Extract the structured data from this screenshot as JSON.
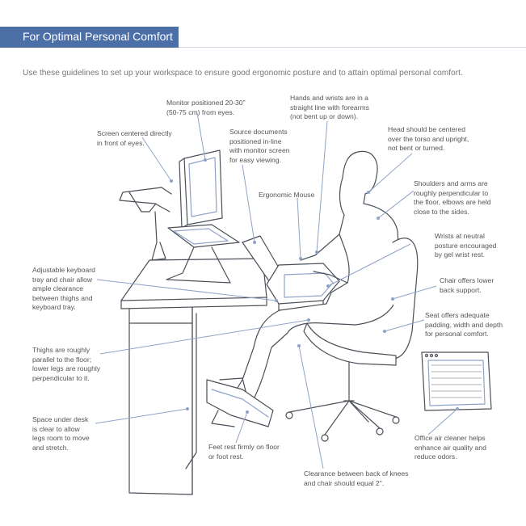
{
  "banner": {
    "title": "For Optimal Personal Comfort"
  },
  "intro": "Use these guidelines to set up your workspace to ensure good ergonomic posture and to attain optimal personal comfort.",
  "colors": {
    "banner": "#4d6fa8",
    "leader": "#8fa3c6",
    "linework": "#4a4f58",
    "highlight": "#c9d5ea"
  },
  "labels": {
    "monitor": [
      "Monitor positioned 20-30\"",
      "(50-75 cm) from eyes."
    ],
    "hands": [
      "Hands and wrists are in a",
      "straight line with forearms",
      "(not bent up or down)."
    ],
    "screen": [
      "Screen centered directly",
      "in front of eyes."
    ],
    "source": [
      "Source documents",
      "positioned in-line",
      "with monitor screen",
      "for easy viewing."
    ],
    "head": [
      "Head should be centered",
      "over the torso and upright,",
      "not bent or turned."
    ],
    "mouse": [
      "Ergonomic Mouse"
    ],
    "shoulders": [
      "Shoulders and arms are",
      "roughly perpendicular to",
      "the floor, elbows are held",
      "close to the sides."
    ],
    "wrists": [
      "Wrists at neutral",
      "posture encouraged",
      "by gel wrist rest."
    ],
    "keyboard": [
      "Adjustable keyboard",
      "tray and chair allow",
      "ample clearance",
      "between thighs and",
      "keyboard tray."
    ],
    "chair": [
      "Chair offers lower",
      "back support."
    ],
    "seat": [
      "Seat offers adequate",
      "padding, width and depth",
      "for personal comfort."
    ],
    "thighs": [
      "Thighs are roughly",
      "parallel to the floor;",
      "lower legs are roughly",
      "perpendicular to it."
    ],
    "space": [
      "Space under desk",
      "is clear to allow",
      "legs room to move",
      "and stretch."
    ],
    "feet": [
      "Feet rest firmly on floor",
      "or foot rest."
    ],
    "air": [
      "Office air cleaner helps",
      "enhance air quality and",
      "reduce odors."
    ],
    "clearance": [
      "Clearance between back of knees",
      "and chair should equal 2\"."
    ]
  }
}
